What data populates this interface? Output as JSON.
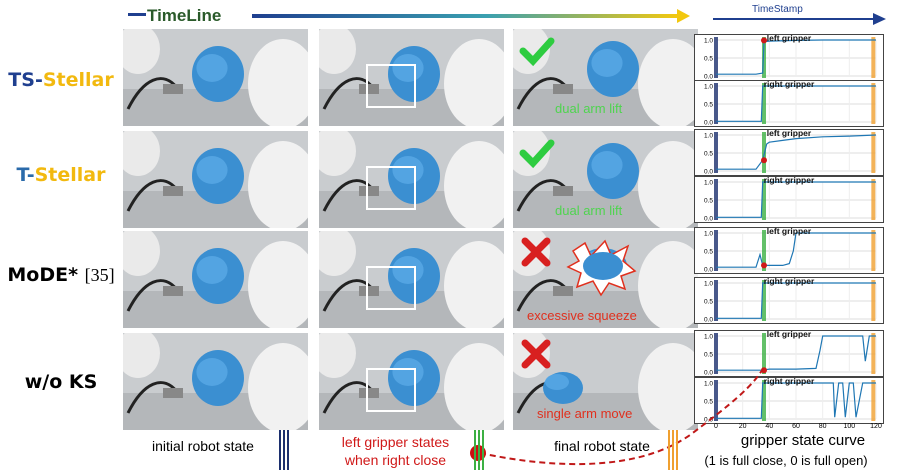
{
  "header": {
    "timeline": "TimeLine",
    "timestamp": "TimeStamp"
  },
  "methods": [
    {
      "name_a": "TS-",
      "name_b": "Stellar",
      "ref": ""
    },
    {
      "name_a": "T-",
      "name_b": "Stellar",
      "ref": ""
    },
    {
      "name_a": "MoDE*",
      "name_b": "",
      "ref": "[35]"
    },
    {
      "name_a": "w/o KS",
      "name_b": "",
      "ref": ""
    }
  ],
  "overlays": {
    "row1": "dual arm lift",
    "row2": "dual arm lift",
    "row3": "excessive squeeze",
    "row4": "single arm move"
  },
  "plots": {
    "left_title": "left gripper",
    "right_title": "right gripper",
    "yticks": [
      "1.0",
      "0.5",
      "0.0"
    ],
    "xticks": [
      "0",
      "20",
      "40",
      "60",
      "80",
      "100",
      "120"
    ]
  },
  "footer": {
    "initial": "initial robot state",
    "left_line1": "left gripper states",
    "left_line2": "when right close",
    "final": "final robot state",
    "curve_title": "gripper state curve",
    "curve_note": "(1 is full close, 0 is full open)"
  },
  "colors": {
    "blue_dark": "#1f3f8f",
    "gold": "#f2b90f",
    "green_mark": "#2ecc40",
    "red_mark": "#e0301e",
    "initial_line": "#1c2f6e",
    "mid_line": "#3cb043",
    "final_line": "#f0a030"
  },
  "chart_data": [
    {
      "type": "line",
      "title": "left gripper",
      "row": "TS-Stellar",
      "x": [
        0,
        5,
        10,
        20,
        30,
        35,
        36,
        40,
        60,
        80,
        100,
        120
      ],
      "y": [
        0.05,
        0.05,
        0.05,
        0.05,
        0.05,
        0.08,
        0.95,
        0.97,
        0.99,
        1.0,
        1.0,
        1.0
      ]
    },
    {
      "type": "line",
      "title": "right gripper",
      "row": "TS-Stellar",
      "x": [
        0,
        10,
        20,
        30,
        34,
        35,
        40,
        60,
        80,
        100,
        120
      ],
      "y": [
        0.02,
        0.02,
        0.02,
        0.02,
        0.02,
        1.0,
        1.0,
        1.0,
        1.0,
        1.0,
        1.0
      ]
    },
    {
      "type": "line",
      "title": "left gripper",
      "row": "T-Stellar",
      "x": [
        0,
        10,
        20,
        30,
        35,
        38,
        40,
        50,
        60,
        80,
        100,
        120
      ],
      "y": [
        0.05,
        0.05,
        0.05,
        0.05,
        0.3,
        0.75,
        0.8,
        0.85,
        0.9,
        0.95,
        0.97,
        1.0
      ]
    },
    {
      "type": "line",
      "title": "right gripper",
      "row": "T-Stellar",
      "x": [
        0,
        10,
        20,
        30,
        34,
        35,
        40,
        60,
        80,
        100,
        120
      ],
      "y": [
        0.02,
        0.02,
        0.02,
        0.02,
        0.02,
        1.0,
        1.0,
        1.0,
        1.0,
        1.0,
        1.0
      ]
    },
    {
      "type": "line",
      "title": "left gripper",
      "row": "MoDE*",
      "x": [
        0,
        10,
        20,
        30,
        33,
        35,
        40,
        50,
        55,
        58,
        60,
        80,
        100,
        120
      ],
      "y": [
        0.05,
        0.05,
        0.05,
        0.05,
        0.4,
        0.1,
        0.1,
        0.1,
        0.15,
        0.5,
        1.0,
        1.0,
        1.0,
        1.0
      ]
    },
    {
      "type": "line",
      "title": "right gripper",
      "row": "MoDE*",
      "x": [
        0,
        10,
        20,
        30,
        34,
        35,
        40,
        60,
        80,
        100,
        120
      ],
      "y": [
        0.02,
        0.02,
        0.02,
        0.02,
        0.02,
        1.0,
        1.0,
        1.0,
        1.0,
        1.0,
        1.0
      ]
    },
    {
      "type": "line",
      "title": "left gripper",
      "row": "w/o KS",
      "x": [
        0,
        10,
        20,
        30,
        35,
        40,
        60,
        75,
        78,
        80,
        100,
        110,
        112,
        115,
        120
      ],
      "y": [
        0.05,
        0.05,
        0.05,
        0.05,
        0.05,
        0.08,
        0.08,
        0.1,
        0.6,
        1.0,
        1.0,
        1.0,
        0.3,
        1.0,
        1.0
      ]
    },
    {
      "type": "line",
      "title": "right gripper",
      "row": "w/o KS",
      "x": [
        0,
        10,
        20,
        30,
        34,
        35,
        80,
        88,
        89,
        92,
        95,
        97,
        100,
        103,
        105,
        110,
        115,
        120
      ],
      "y": [
        0.02,
        0.02,
        0.02,
        0.02,
        0.02,
        1.0,
        1.0,
        1.0,
        0.05,
        1.0,
        1.0,
        0.05,
        1.0,
        1.0,
        0.05,
        1.0,
        1.0,
        1.0
      ]
    }
  ]
}
